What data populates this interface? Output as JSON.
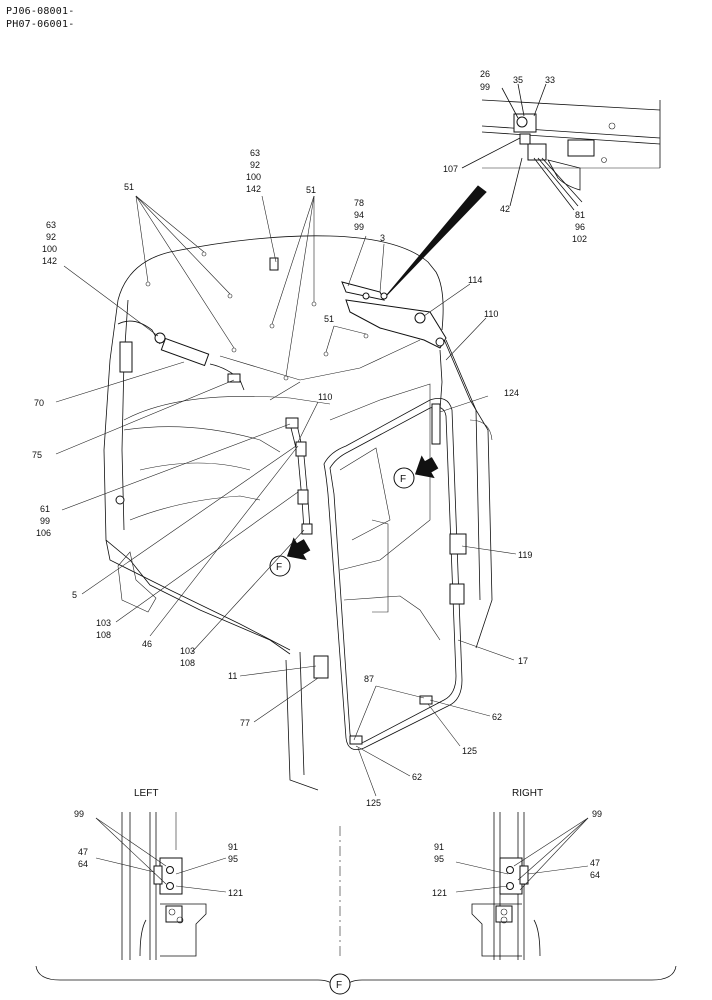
{
  "header": {
    "serial_1": "PJ06-08001-",
    "serial_2": "PH07-06001-"
  },
  "callouts": {
    "inset_top": {
      "c26_99": [
        "26",
        "99"
      ],
      "c35": "35",
      "c33": "33",
      "c107": "107",
      "c42": "42",
      "c81_96_102": [
        "81",
        "96",
        "102"
      ]
    },
    "c63_top": [
      "63",
      "92",
      "100",
      "142"
    ],
    "c63_left": [
      "63",
      "92",
      "100",
      "142"
    ],
    "c51": "51",
    "c78": [
      "78",
      "94",
      "99"
    ],
    "c3": "3",
    "c114": "114",
    "c110": "110",
    "c124": "124",
    "c70": "70",
    "c75": "75",
    "c61": [
      "61",
      "99",
      "106"
    ],
    "c5": "5",
    "c103": [
      "103",
      "108"
    ],
    "c46": "46",
    "c119": "119",
    "c17": "17",
    "c11": "11",
    "c77": "77",
    "c87": "87",
    "c62": "62",
    "c125": "125",
    "view_marker": "F"
  },
  "detail_views": {
    "left": {
      "title": "LEFT",
      "c99": "99",
      "c47_64": [
        "47",
        "64"
      ],
      "c91_95": [
        "91",
        "95"
      ],
      "c121": "121"
    },
    "right": {
      "title": "RIGHT",
      "c99": "99",
      "c91_95": [
        "91",
        "95"
      ],
      "c47_64": [
        "47",
        "64"
      ],
      "c121": "121"
    }
  },
  "colors": {
    "line": "#111111",
    "background": "#ffffff"
  }
}
